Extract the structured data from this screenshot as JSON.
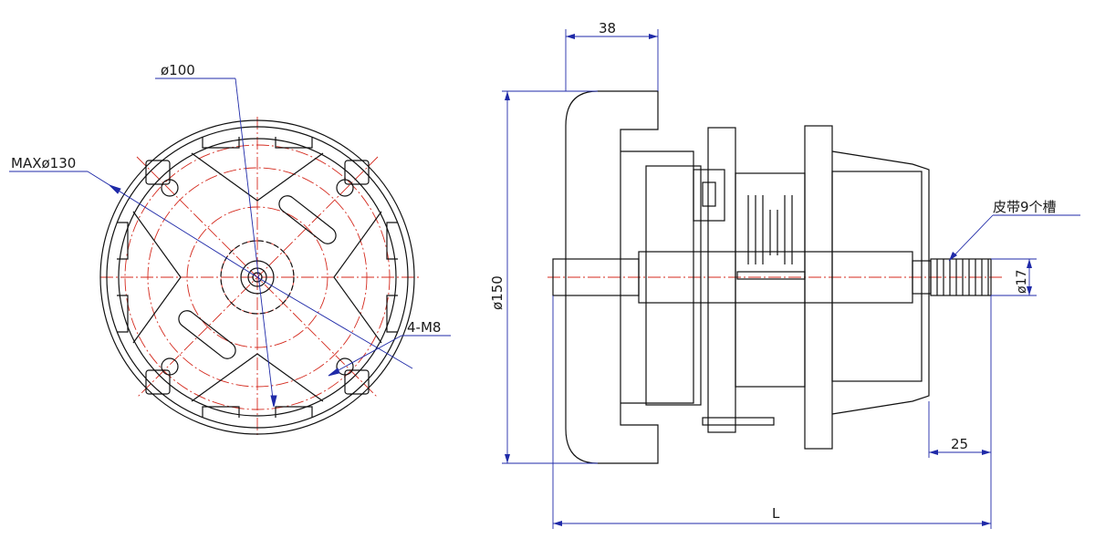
{
  "colors": {
    "outline": "#111111",
    "dimension": "#1f2aa8",
    "centerline": "#d42a1e",
    "background": "#ffffff"
  },
  "front_view": {
    "labels": {
      "pitch_circle": "ø100",
      "max_diameter": "MAXø130",
      "bolt_holes": "4-M8"
    }
  },
  "side_view": {
    "labels": {
      "flange_width": "38",
      "overall_diameter": "ø150",
      "pulley_grooves": "皮带9个槽",
      "shaft_diameter": "ø17",
      "shaft_extension": "25",
      "overall_length": "L"
    }
  }
}
